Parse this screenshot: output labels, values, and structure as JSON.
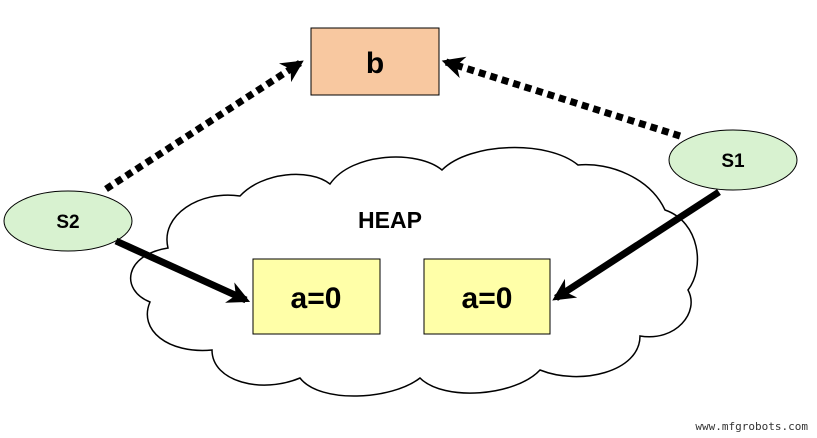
{
  "diagram": {
    "heap_label": "HEAP",
    "object_b": {
      "label": "b",
      "fill": "#F8C8A0"
    },
    "object_a_left": {
      "label": "a=0",
      "fill": "#FFFFA8"
    },
    "object_a_right": {
      "label": "a=0",
      "fill": "#FFFFA8"
    },
    "stack_s1": {
      "label": "S1",
      "fill": "#D8F2D0"
    },
    "stack_s2": {
      "label": "S2",
      "fill": "#D8F2D0"
    },
    "edges": [
      {
        "from": "S2",
        "to": "b",
        "style": "dotted"
      },
      {
        "from": "S1",
        "to": "b",
        "style": "dotted"
      },
      {
        "from": "S2",
        "to": "a=0 (left)",
        "style": "solid"
      },
      {
        "from": "S1",
        "to": "a=0 (right)",
        "style": "solid"
      }
    ]
  },
  "watermark": "www.mfgrobots.com"
}
